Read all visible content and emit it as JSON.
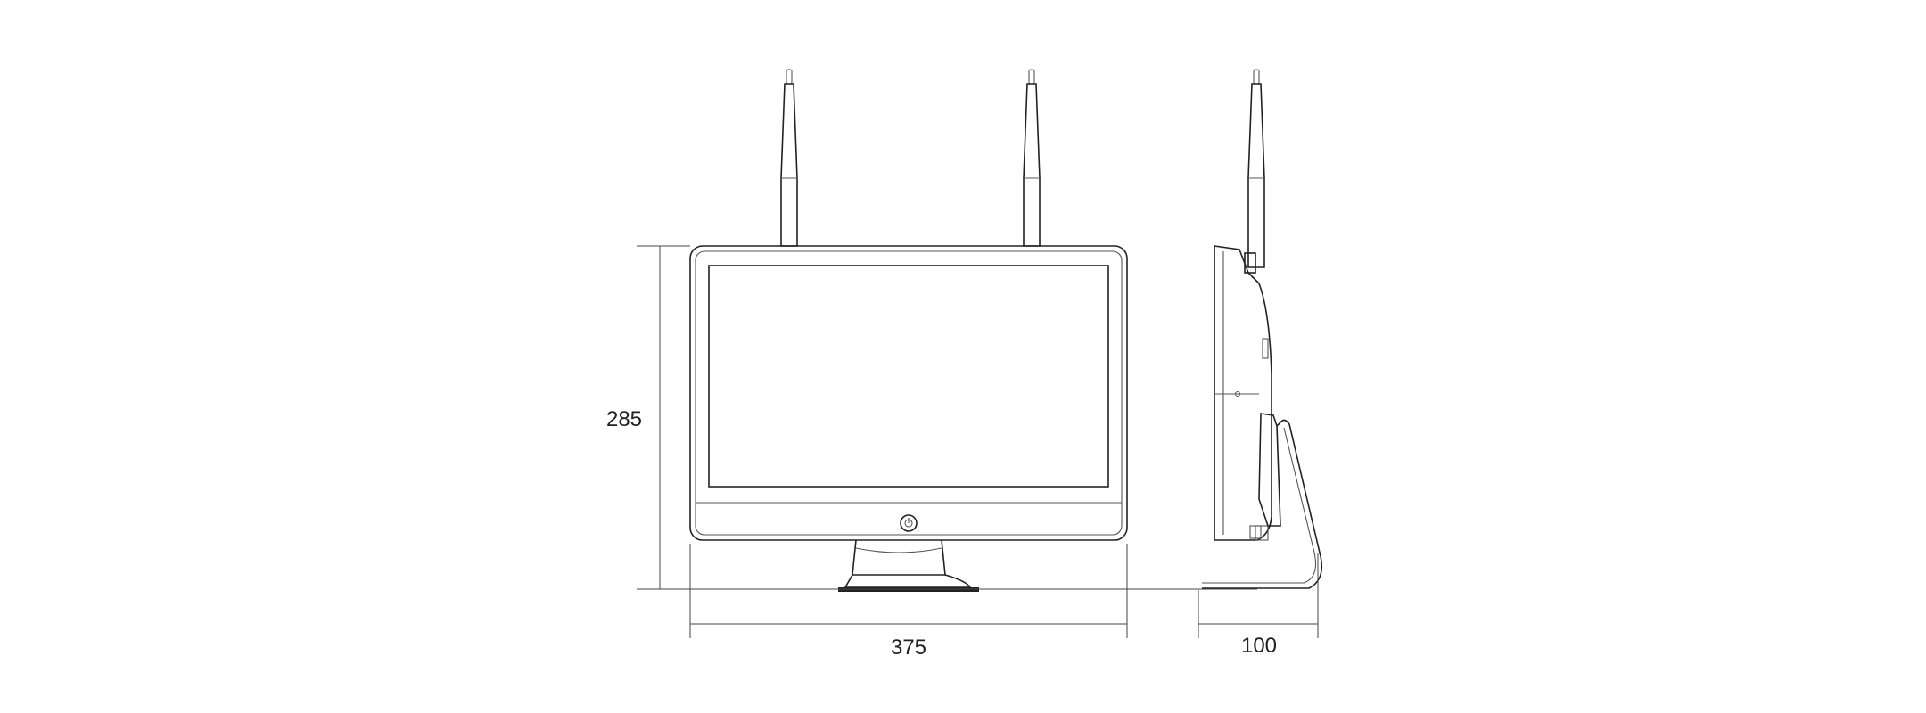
{
  "dimensions": {
    "height_label": "285",
    "width_label": "375",
    "depth_label": "100"
  }
}
